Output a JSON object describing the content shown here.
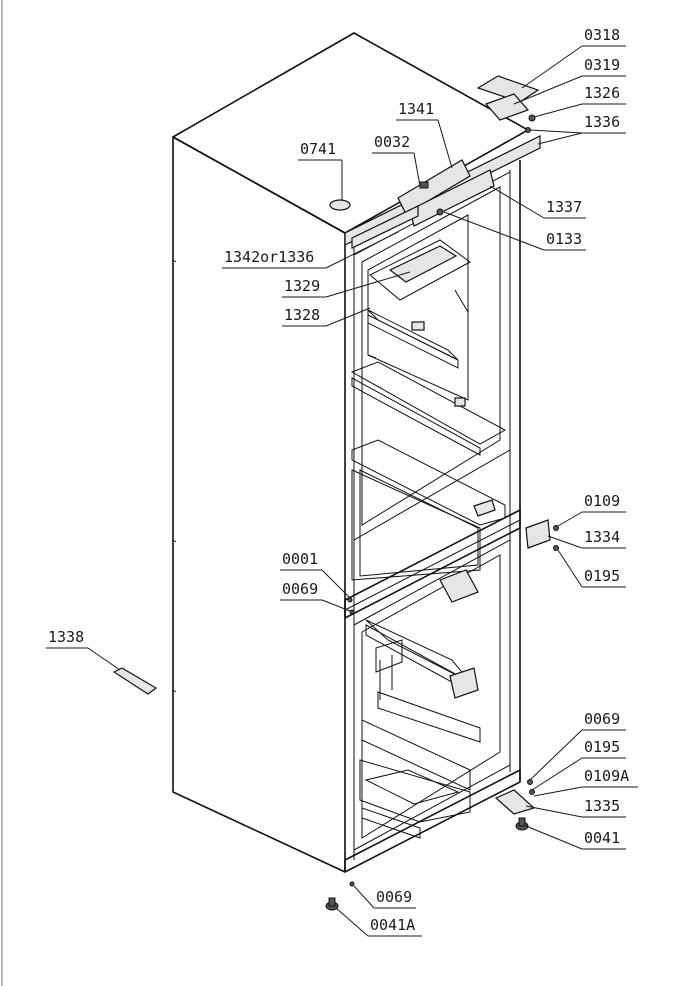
{
  "labels": {
    "l0318": "0318",
    "l0319": "0319",
    "l1326": "1326",
    "l1336": "1336",
    "l1341": "1341",
    "l0032": "0032",
    "l0741": "0741",
    "l1337": "1337",
    "l0133": "0133",
    "l1342": "1342or1336",
    "l1329": "1329",
    "l1328": "1328",
    "l0109": "0109",
    "l1334": "1334",
    "l0195a": "0195",
    "l0001": "0001",
    "l0069a": "0069",
    "l1338": "1338",
    "l0069b": "0069",
    "l0195b": "0195",
    "l0109A": "0109A",
    "l1335": "1335",
    "l0041": "0041",
    "l0069c": "0069",
    "l0041A": "0041A"
  }
}
